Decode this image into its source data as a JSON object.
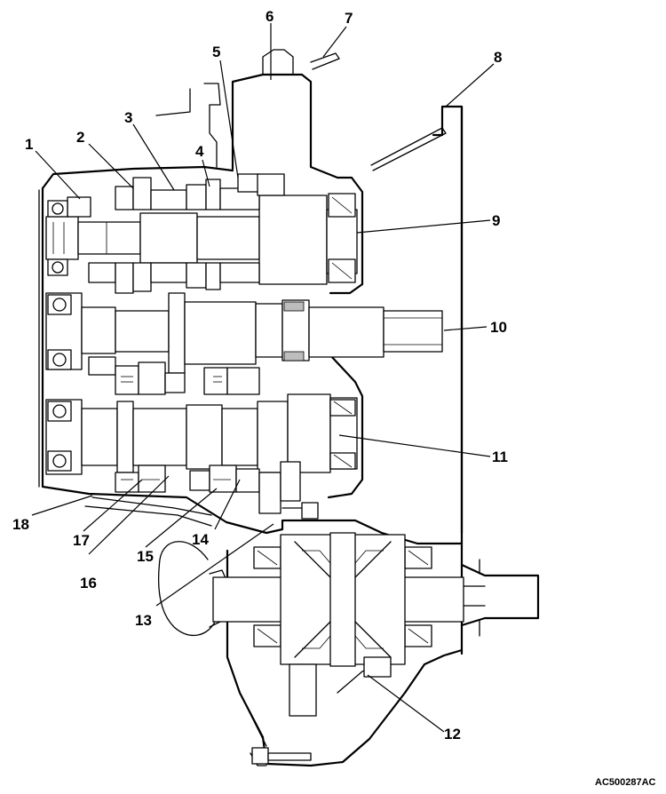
{
  "figure_code": "AC500287AC",
  "callouts": [
    {
      "id": "1",
      "label": "1"
    },
    {
      "id": "2",
      "label": "2"
    },
    {
      "id": "3",
      "label": "3"
    },
    {
      "id": "4",
      "label": "4"
    },
    {
      "id": "5",
      "label": "5"
    },
    {
      "id": "6",
      "label": "6"
    },
    {
      "id": "7",
      "label": "7"
    },
    {
      "id": "8",
      "label": "8"
    },
    {
      "id": "9",
      "label": "9"
    },
    {
      "id": "10",
      "label": "10"
    },
    {
      "id": "11",
      "label": "11"
    },
    {
      "id": "12",
      "label": "12"
    },
    {
      "id": "13",
      "label": "13"
    },
    {
      "id": "14",
      "label": "14"
    },
    {
      "id": "15",
      "label": "15"
    },
    {
      "id": "16",
      "label": "16"
    },
    {
      "id": "17",
      "label": "17"
    },
    {
      "id": "18",
      "label": "18"
    }
  ]
}
